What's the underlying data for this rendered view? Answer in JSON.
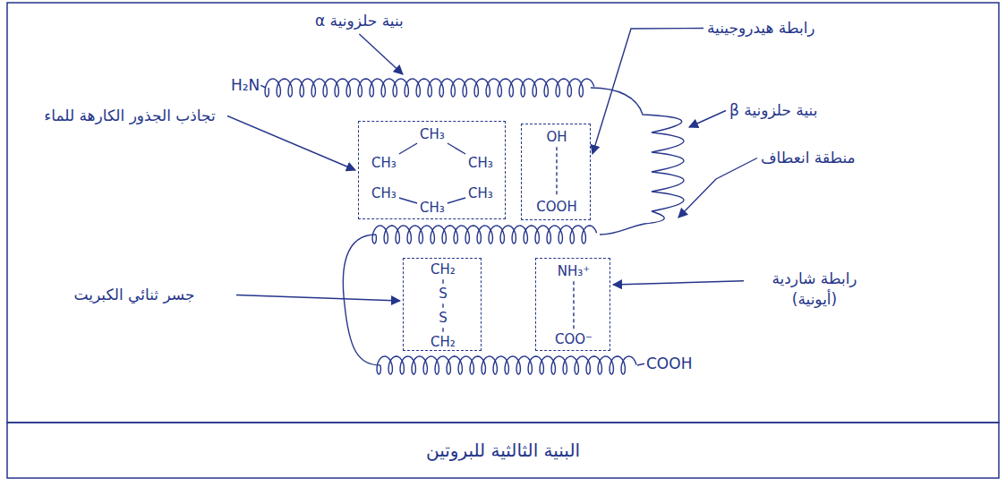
{
  "diagram": {
    "caption": "البنية الثالثية للبروتين",
    "nodes": [
      {
        "text": [
          "CH₃",
          "CH₃",
          "CH₃",
          "CH₃",
          "CH₃",
          "CH₃"
        ]
      },
      {
        "text": [
          "OH",
          "COOH"
        ]
      },
      {
        "text": [
          "CH₂",
          "S",
          "S",
          "CH₂"
        ]
      },
      {
        "text": [
          "NH₃⁺",
          "COO⁻"
        ]
      }
    ],
    "labels": [
      "H₂N",
      "COOH",
      "بنية حلزونية α",
      "تجاذب الجذور الكارهة للماء",
      "رابطة هيدروجينية",
      "بنية حلزونية β",
      "منطقة انعطاف",
      "جسر ثنائي الكبريت",
      "رابطة شاردية (أيونية)"
    ]
  }
}
